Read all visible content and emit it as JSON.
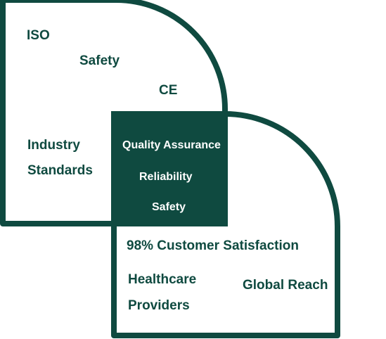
{
  "colors": {
    "primary": "#0f4a40",
    "background": "#ffffff",
    "overlap_text": "#ffffff"
  },
  "left_shape": {
    "items": [
      "ISO",
      "Safety",
      "CE",
      "Industry",
      "Standards"
    ]
  },
  "overlap": {
    "items": [
      "Quality Assurance",
      "Reliability",
      "Safety"
    ]
  },
  "right_shape": {
    "items": [
      "98% Customer Satisfaction",
      "Healthcare",
      "Providers",
      "Global Reach"
    ]
  }
}
